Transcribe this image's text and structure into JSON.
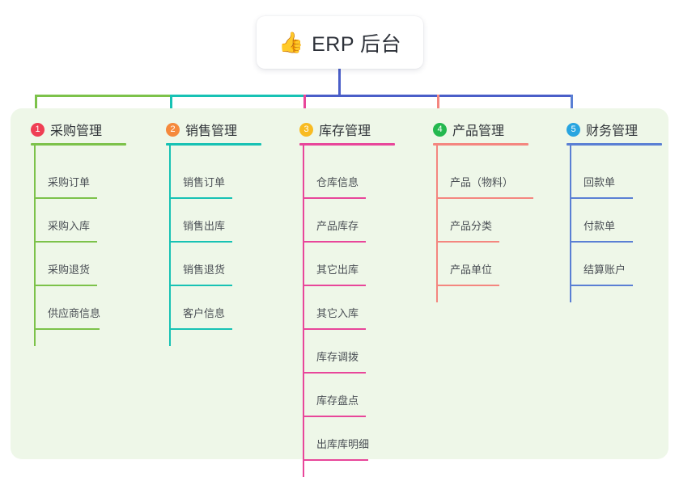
{
  "root": {
    "icon": "thumbs-up-icon",
    "emoji": "👍",
    "title": "ERP 后台"
  },
  "colors": {
    "board_background": "#eef7e8",
    "root_background": "#ffffff",
    "branch_purchase": "#7cc24a",
    "branch_sales": "#17c2b4",
    "branch_inventory": "#e8469a",
    "branch_product": "#f4867f",
    "branch_finance": "#5a7fd4",
    "trunk": "#4a5ec8",
    "badge_1": "#ef3f54",
    "badge_2": "#f5893c",
    "badge_3": "#f8bb22",
    "badge_4": "#24b84f",
    "badge_5": "#28a5e0"
  },
  "columns": [
    {
      "index": "1",
      "title": "采购管理",
      "badge_color": "#ef3f54",
      "line_color": "#7cc24a",
      "children": [
        "采购订单",
        "采购入库",
        "采购退货",
        "供应商信息"
      ]
    },
    {
      "index": "2",
      "title": "销售管理",
      "badge_color": "#f5893c",
      "line_color": "#17c2b4",
      "children": [
        "销售订单",
        "销售出库",
        "销售退货",
        "客户信息"
      ]
    },
    {
      "index": "3",
      "title": "库存管理",
      "badge_color": "#f8bb22",
      "line_color": "#e8469a",
      "children": [
        "仓库信息",
        "产品库存",
        "其它出库",
        "其它入库",
        "库存调拨",
        "库存盘点",
        "出库库明细"
      ]
    },
    {
      "index": "4",
      "title": "产品管理",
      "badge_color": "#24b84f",
      "line_color": "#f4867f",
      "children": [
        "产品（物料）",
        "产品分类",
        "产品单位"
      ]
    },
    {
      "index": "5",
      "title": "财务管理",
      "badge_color": "#28a5e0",
      "line_color": "#5a7fd4",
      "children": [
        "回款单",
        "付款单",
        "结算账户"
      ]
    }
  ]
}
